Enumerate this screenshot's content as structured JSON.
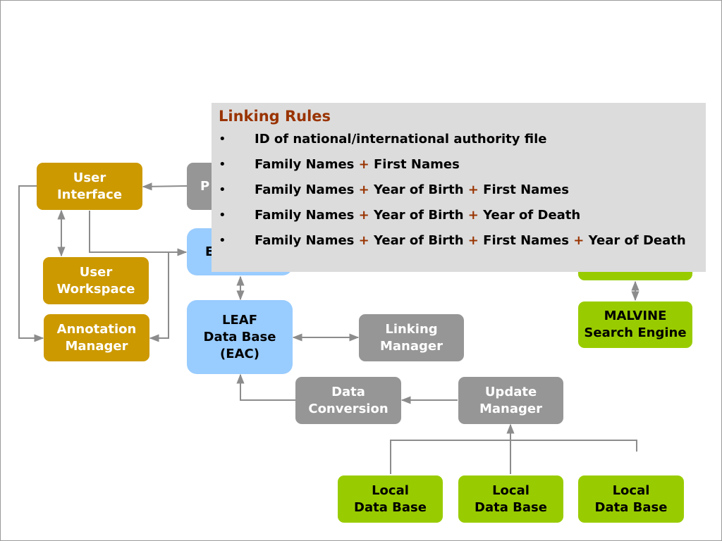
{
  "nodes": {
    "user_interface": {
      "lines": [
        "User",
        "Interface"
      ]
    },
    "user_workspace": {
      "lines": [
        "User",
        "Workspace"
      ]
    },
    "annotation_manager": {
      "lines": [
        "Annotation",
        "Manager"
      ]
    },
    "gray_partial": {
      "lines": [
        "",
        "P"
      ]
    },
    "blue_partial": {
      "lines": [
        "E"
      ]
    },
    "leaf_database": {
      "lines": [
        "LEAF",
        "Data Base",
        "(EAC)"
      ]
    },
    "linking_manager": {
      "lines": [
        "Linking",
        "Manager"
      ]
    },
    "malvine_search": {
      "lines": [
        "MALVINE",
        "Search Engine"
      ]
    },
    "data_conversion": {
      "lines": [
        "Data",
        "Conversion"
      ]
    },
    "update_manager": {
      "lines": [
        "Update",
        "Manager"
      ]
    },
    "local_db_1": {
      "lines": [
        "Local",
        "Data Base"
      ]
    },
    "local_db_2": {
      "lines": [
        "Local",
        "Data Base"
      ]
    },
    "local_db_3": {
      "lines": [
        "Local",
        "Data Base"
      ]
    }
  },
  "linking_rules": {
    "title": "Linking Rules",
    "bullet_symbol": "•",
    "rules": [
      {
        "parts": [
          {
            "text": "ID of national/international authority file",
            "plus": false
          }
        ]
      },
      {
        "parts": [
          {
            "text": "Family Names ",
            "plus": false
          },
          {
            "text": "+",
            "plus": true
          },
          {
            "text": " First Names",
            "plus": false
          }
        ]
      },
      {
        "parts": [
          {
            "text": "Family Names ",
            "plus": false
          },
          {
            "text": "+",
            "plus": true
          },
          {
            "text": " Year of Birth ",
            "plus": false
          },
          {
            "text": "+",
            "plus": true
          },
          {
            "text": " First Names",
            "plus": false
          }
        ]
      },
      {
        "parts": [
          {
            "text": "Family Names ",
            "plus": false
          },
          {
            "text": "+",
            "plus": true
          },
          {
            "text": " Year of Birth ",
            "plus": false
          },
          {
            "text": "+",
            "plus": true
          },
          {
            "text": " Year of Death",
            "plus": false
          }
        ]
      },
      {
        "parts": [
          {
            "text": "Family Names ",
            "plus": false
          },
          {
            "text": "+",
            "plus": true
          },
          {
            "text": " Year of Birth ",
            "plus": false
          },
          {
            "text": "+",
            "plus": true
          },
          {
            "text": " First Names ",
            "plus": false
          },
          {
            "text": "+",
            "plus": true
          },
          {
            "text": " Year of Death",
            "plus": false
          }
        ]
      }
    ]
  },
  "colors": {
    "user_side": "#cc9900",
    "processing": "#969696",
    "database": "#99ccff",
    "external": "#99cc00",
    "rules_background": "#dcdcdc",
    "rules_accent": "#993300",
    "connector": "#8c8c8c"
  }
}
